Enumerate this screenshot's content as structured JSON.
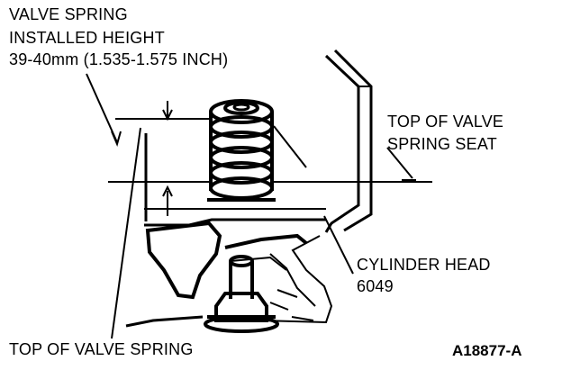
{
  "labels": {
    "installed_height_line1": "VALVE SPRING",
    "installed_height_line2": "INSTALLED HEIGHT",
    "installed_height_line3": "39-40mm (1.535-1.575 INCH)",
    "top_of_seat_line1": "TOP OF VALVE",
    "top_of_seat_line2": "SPRING SEAT",
    "cylinder_head_line1": "CYLINDER HEAD",
    "cylinder_head_line2": "6049",
    "top_of_spring": "TOP OF VALVE SPRING",
    "figure_ref": "A18877-A"
  },
  "colors": {
    "ink": "#000000",
    "paper": "#ffffff"
  }
}
